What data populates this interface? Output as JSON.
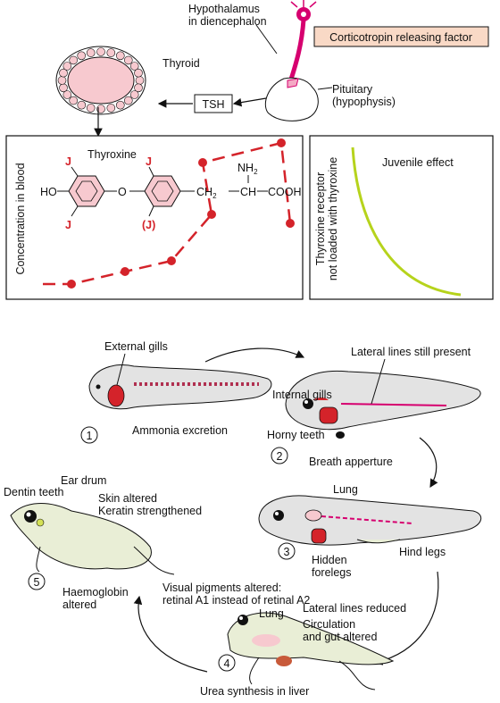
{
  "endocrine": {
    "hypothalamus": "Hypothalamus\nin diencephalon",
    "crf": "Corticotropin releasing factor",
    "thyroid": "Thyroid",
    "tsh": "TSH",
    "pituitary": "Pituitary\n(hypophysis)"
  },
  "thyroxine_panel": {
    "ylabel": "Concentration in blood",
    "title": "Thyroxine",
    "iodine": "J",
    "iodine_optional": "(J)",
    "ho": "HO",
    "o": "O",
    "ch2": "CH2",
    "ch": "CH",
    "nh2": "NH2",
    "cooh": "COOH"
  },
  "receptor_panel": {
    "ylabel": "Thyroxine receptor\nnot loaded with thyroxine",
    "title": "Juvenile effect"
  },
  "stages": {
    "s1": {
      "number": "1",
      "external_gills": "External gills",
      "ammonia": "Ammonia excretion"
    },
    "s2": {
      "number": "2",
      "lateral_lines": "Lateral lines still present",
      "internal_gills": "Internal gills",
      "horny_teeth": "Horny teeth",
      "breath": "Breath apperture"
    },
    "s3": {
      "number": "3",
      "lung": "Lung",
      "hidden_forelegs": "Hidden\nforelegs",
      "hind_legs": "Hind legs"
    },
    "s4": {
      "number": "4",
      "visual": "Visual pigments altered:\nretinal A1 instead of retinal A2",
      "lung": "Lung",
      "lateral_reduced": "Lateral lines reduced",
      "circulation": "Circulation\nand gut altered",
      "urea": "Urea synthesis in liver"
    },
    "s5": {
      "number": "5",
      "ear_drum": "Ear drum",
      "dentin": "Dentin teeth",
      "skin": "Skin altered\nKeratin strengthened",
      "haemoglobin": "Haemoglobin\naltered"
    }
  },
  "colors": {
    "red": "#d4232a",
    "pink_fill": "#f7c9cf",
    "crf_box": "#f9d9c6",
    "magenta": "#d6006f",
    "curve": "#b6d31c",
    "body_green": "#e9eed6",
    "tadpole_grey": "#e3e3e3"
  }
}
